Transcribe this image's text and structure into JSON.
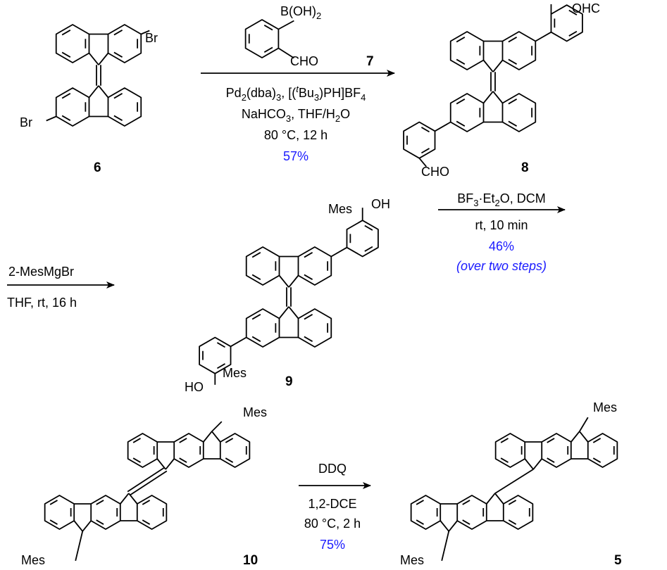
{
  "colors": {
    "yield": "#1a1aff",
    "ink": "#000000"
  },
  "compounds": {
    "c6": {
      "label": "6",
      "sub1": "Br",
      "sub2": "Br"
    },
    "c7": {
      "label": "7",
      "boron": [
        {
          "t": "B(OH)"
        },
        {
          "t": "2",
          "s": "sub"
        }
      ],
      "aldehyde": "CHO"
    },
    "c8": {
      "label": "8",
      "sub1": "OHC",
      "sub2": "CHO"
    },
    "c9": {
      "label": "9",
      "mes1": "Mes",
      "oh1": "OH",
      "mes2": "Mes",
      "oh2": "HO"
    },
    "c10": {
      "label": "10",
      "mes1": "Mes",
      "mes2": "Mes"
    },
    "c5": {
      "label": "5",
      "mes1": "Mes",
      "mes2": "Mes"
    }
  },
  "steps": [
    {
      "conditions": [
        [
          {
            "t": "Pd"
          },
          {
            "t": "2",
            "s": "sub"
          },
          {
            "t": "(dba)"
          },
          {
            "t": "3",
            "s": "sub"
          },
          {
            "t": ", [("
          },
          {
            "t": "t",
            "s": "sup"
          },
          {
            "t": "Bu"
          },
          {
            "t": "3",
            "s": "sub"
          },
          {
            "t": ")PH]BF"
          },
          {
            "t": "4",
            "s": "sub"
          }
        ],
        [
          {
            "t": "NaHCO"
          },
          {
            "t": "3",
            "s": "sub"
          },
          {
            "t": ", THF/H"
          },
          {
            "t": "2",
            "s": "sub"
          },
          {
            "t": "O"
          }
        ],
        [
          {
            "t": "80 °C, 12 h"
          }
        ]
      ],
      "yield": "57%"
    },
    {
      "reagent": "2-MesMgBr",
      "conditions": "THF, rt, 16 h"
    },
    {
      "reagent": [
        {
          "t": "BF"
        },
        {
          "t": "3",
          "s": "sub"
        },
        {
          "t": "·Et"
        },
        {
          "t": "2",
          "s": "sub"
        },
        {
          "t": "O, DCM"
        }
      ],
      "conditions": "rt, 10 min",
      "yield": "46%",
      "note": "(over two steps)"
    },
    {
      "reagent": "DDQ",
      "conditions": [
        "1,2-DCE",
        "80 °C, 2 h"
      ],
      "yield": "75%"
    }
  ]
}
